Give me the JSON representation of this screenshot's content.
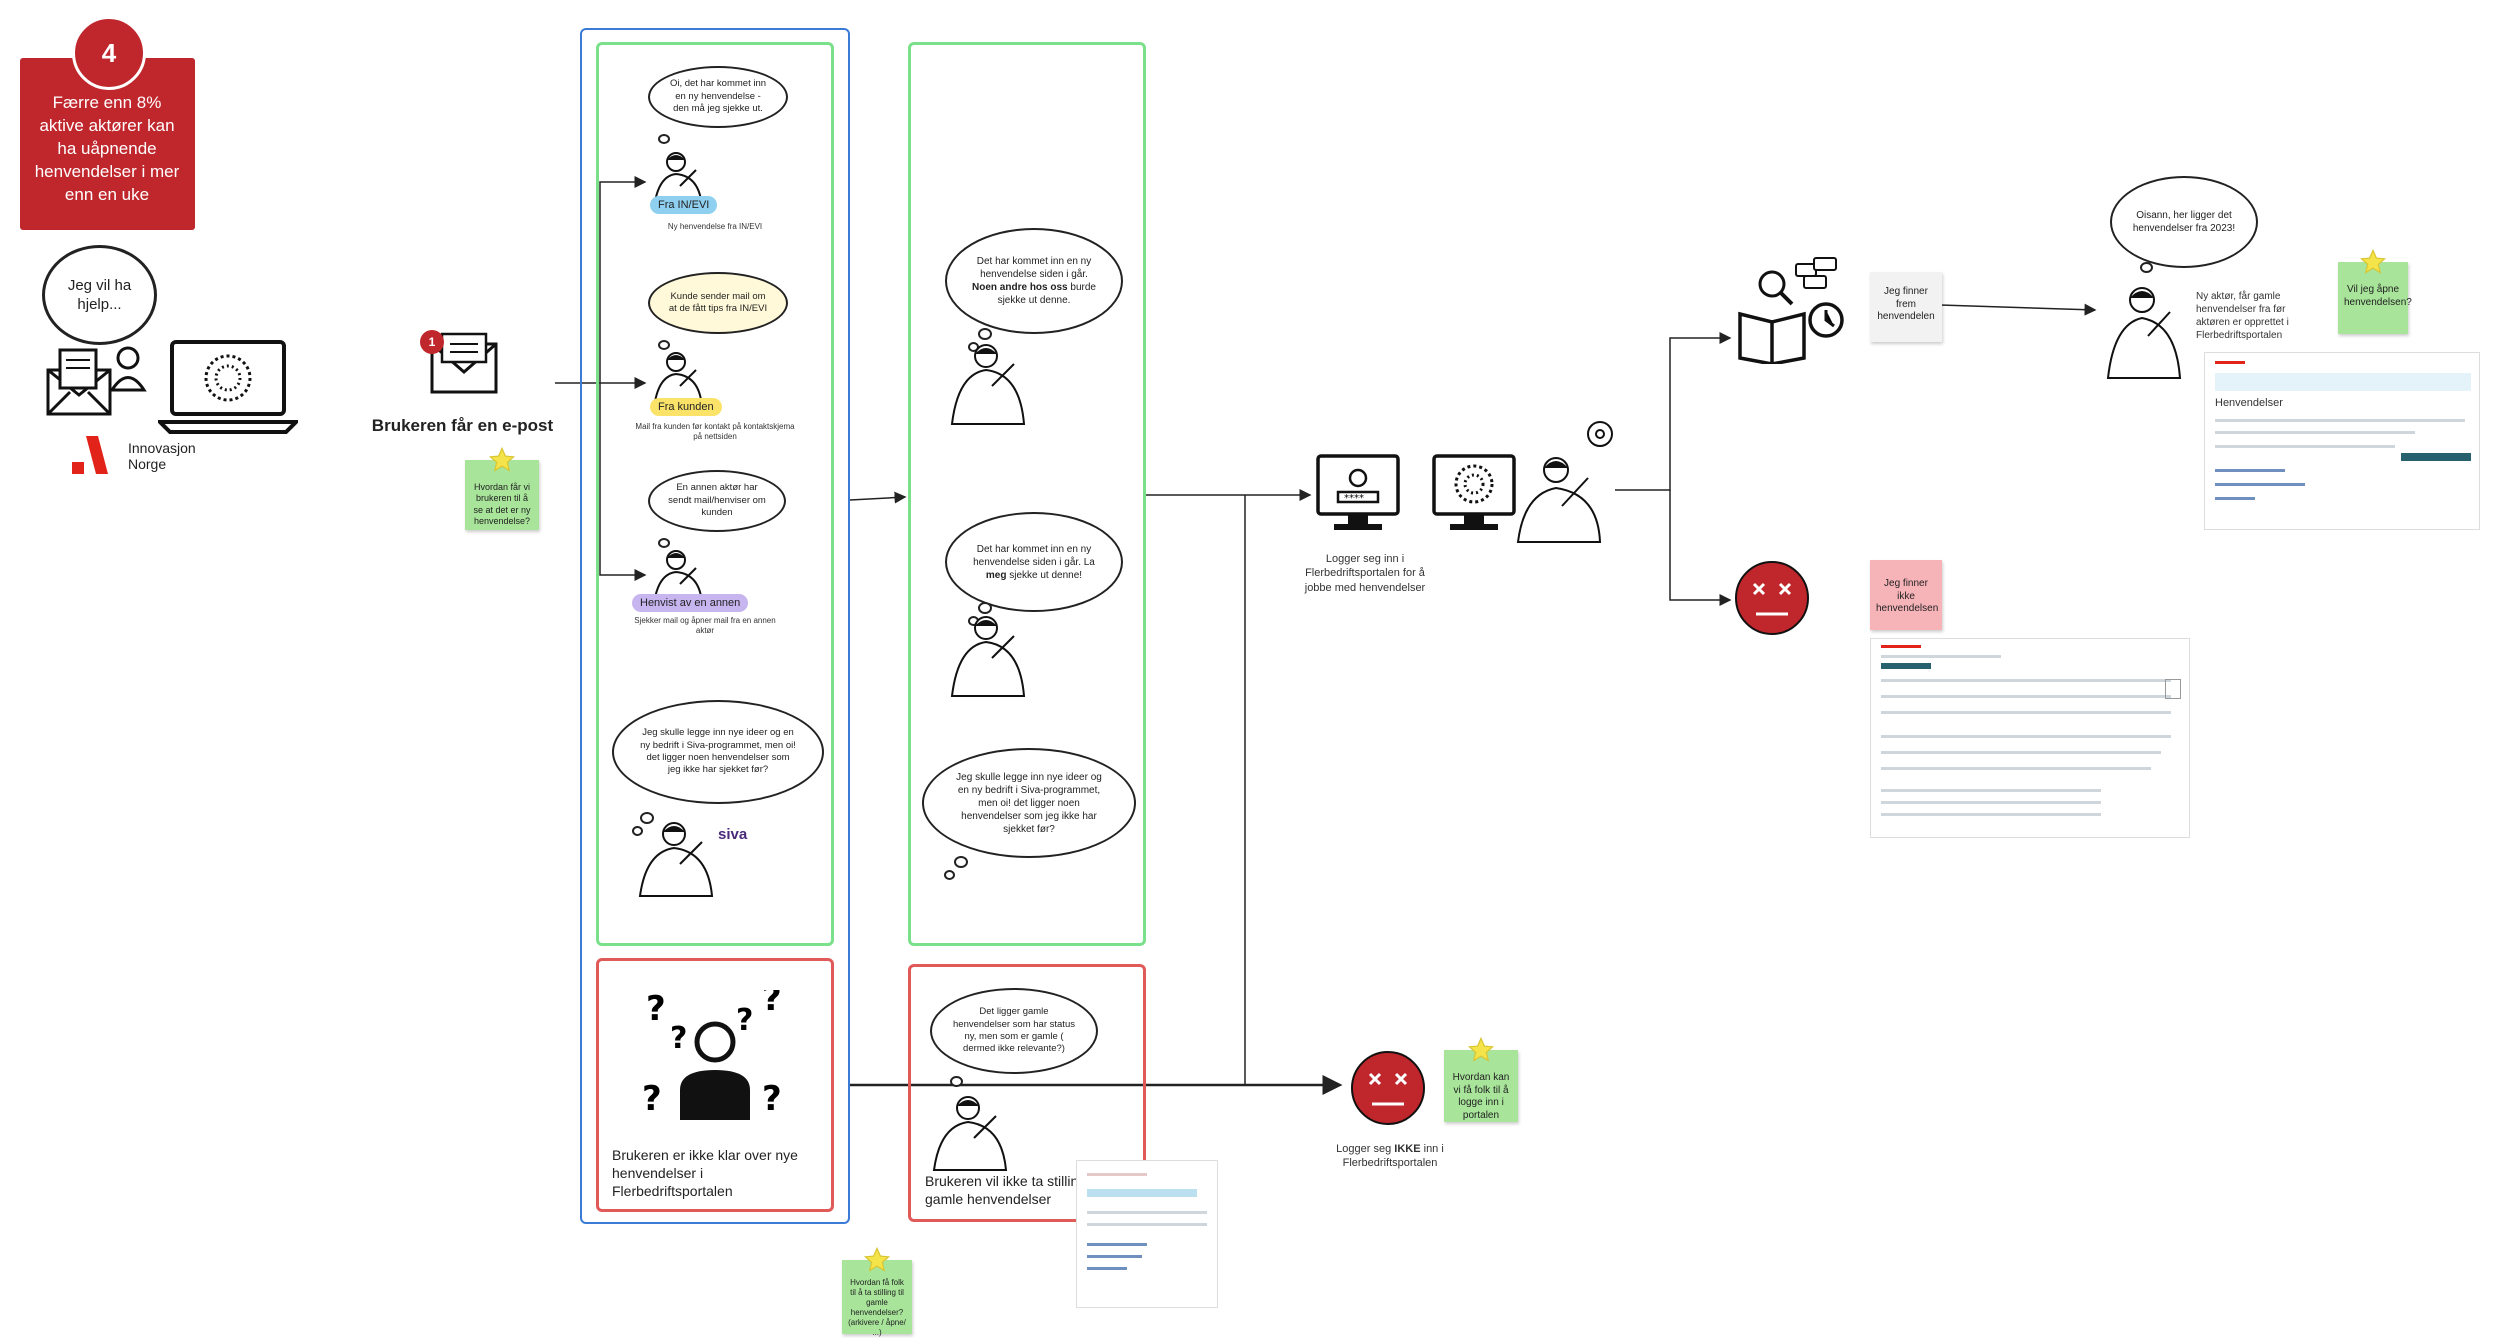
{
  "badge": {
    "number": "4",
    "text": "Færre enn 8% aktive aktører kan ha uåpnende henvendelser i mer enn en uke"
  },
  "intro": {
    "thought": "Jeg vil ha hjelp...",
    "logo_text": "Innovasjon Norge"
  },
  "email": {
    "count": "1",
    "label": "Brukeren får en e-post"
  },
  "sticky_notes": {
    "notice": "Hvordan får vi brukeren til å se at det er ny henvendelse?",
    "old_cases": "Hvordan få folk til å ta stilling til gamle henvendelser? (arkivere / åpne/ ...)",
    "login": "Hvordan kan vi få folk til å logge inn i portalen",
    "open": "Vil jeg åpne henvendelsen?"
  },
  "column_one": {
    "scenario_a": {
      "thought": "Oi, det har kommet inn en ny henvendelse - den må jeg sjekke ut.",
      "tag": "Fra IN/EVI",
      "caption": "Ny henvendelse fra IN/EVI"
    },
    "scenario_b": {
      "thought": "Kunde sender mail om at de fått tips fra IN/EVI",
      "tag": "Fra kunden",
      "caption": "Mail fra kunden før kontakt på kontaktskjema på nettsiden"
    },
    "scenario_c": {
      "thought": "En annen aktør har sendt mail/henviser om kunden",
      "tag": "Henvist av en annen",
      "caption": "Sjekker mail og åpner mail fra en annen aktør"
    },
    "scenario_d": {
      "thought": "Jeg skulle legge inn nye ideer og en ny bedrift i Siva-programmet, men oi! det ligger noen henvendelser som jeg ikke har sjekket før?",
      "logo": "siva"
    },
    "negative": {
      "label": "Brukeren er ikke klar over nye henvendelser i Flerbedriftsportalen"
    }
  },
  "column_two": {
    "thought_1_pre": "Det har kommet inn en ny henvendelse siden i går. ",
    "thought_1_bold": "Noen andre hos oss",
    "thought_1_post": " burde sjekke ut denne.",
    "thought_2_pre": "Det har kommet inn en ny henvendelse siden i går. La ",
    "thought_2_bold": "meg",
    "thought_2_post": " sjekke ut denne!",
    "thought_3": "Jeg skulle legge inn nye ideer og en ny bedrift i Siva-programmet, men oi! det ligger noen henvendelser som jeg ikke har sjekket før?",
    "negative_thought": "Det ligger gamle henvendelser som har status ny, men som er gamle ( dermed ikke relevante?)",
    "negative_label": "Brukeren vil ikke ta stilling til gamle henvendelser"
  },
  "login": {
    "caption": "Logger seg inn i Flerbedriftsportalen for å jobbe med henvendelser",
    "fail_pre": "Logger seg ",
    "fail_bold": "IKKE",
    "fail_post": " inn i Flerbedriftsportalen"
  },
  "outcomes": {
    "found": "Jeg finner frem henvendelen",
    "not_found": "Jeg finner ikke henvendelsen",
    "found_thought": "Oisann, her ligger det henvendelser fra 2023!",
    "found_caption": "Ny aktør, får gamle henvendelser fra før aktøren er opprettet i Flerbedriftsportalen",
    "screenshot_title": "Henvendelser"
  },
  "colors": {
    "red": "#c0272d",
    "green_sticky": "#a8e59a",
    "blue_frame": "#3a7bd5",
    "green_frame": "#7be08a",
    "red_frame": "#e05a5a"
  }
}
